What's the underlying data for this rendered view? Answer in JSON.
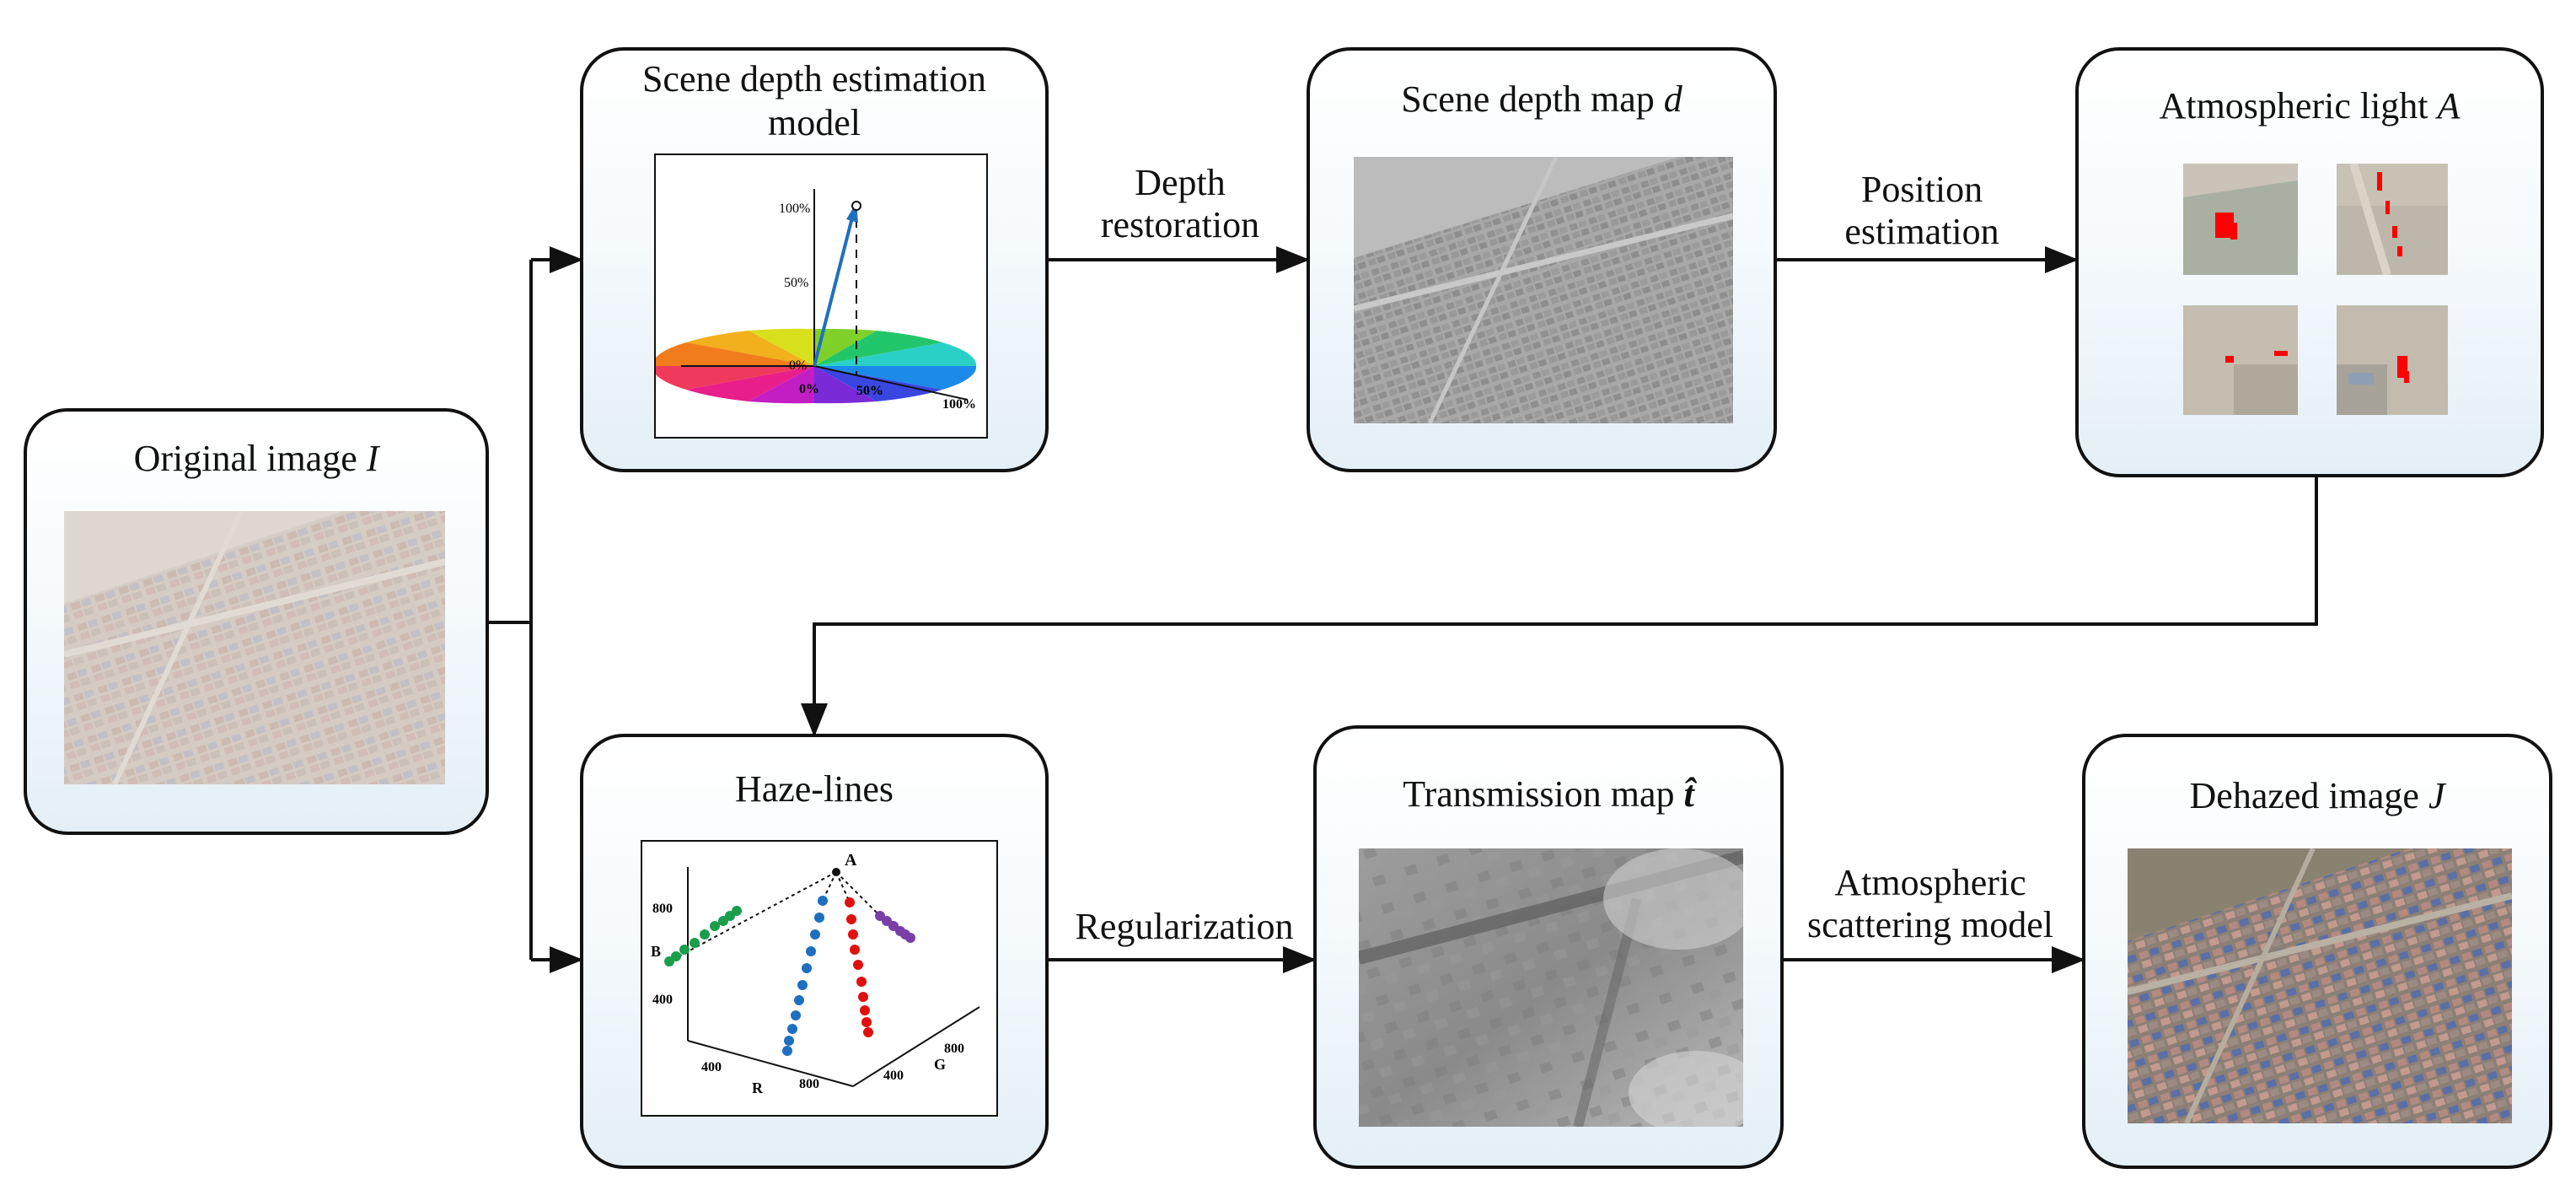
{
  "nodes": {
    "original": {
      "title": "Original image ",
      "symbol": "I"
    },
    "depth_model": {
      "title": "Scene depth estimation model"
    },
    "depth_map": {
      "title": "Scene depth map ",
      "symbol": "d"
    },
    "atmos_light": {
      "title": "Atmospheric light ",
      "symbol": "A"
    },
    "haze_lines": {
      "title": "Haze-lines"
    },
    "transmission": {
      "title": "Transmission map ",
      "symbol": "t̂"
    },
    "dehazed": {
      "title": "Dehazed image ",
      "symbol": "J"
    }
  },
  "edges": {
    "depth_restoration": {
      "line1": "Depth",
      "line2": "restoration"
    },
    "position_estimation": {
      "line1": "Position",
      "line2": "estimation"
    },
    "regularization": {
      "label": "Regularization"
    },
    "scattering": {
      "line1": "Atmospheric",
      "line2": "scattering model"
    }
  },
  "depth_chart": {
    "ticks_vertical": [
      "100%",
      "50%",
      "0%"
    ],
    "ticks_horizontal": [
      "0%",
      "50%",
      "100%"
    ]
  },
  "haze_chart": {
    "apex_label": "A",
    "axis_b": {
      "label": "B",
      "ticks": [
        "800",
        "400"
      ]
    },
    "axis_r": {
      "label": "R",
      "ticks": [
        "400",
        "800"
      ]
    },
    "axis_g": {
      "label": "G",
      "ticks": [
        "400",
        "800"
      ]
    },
    "series_colors": [
      "#1a9e4a",
      "#1f6fc0",
      "#e01010",
      "#7a3ea8"
    ]
  },
  "colors": {
    "border": "#111111",
    "box_gradient_bottom": "#e3eff6",
    "highlight": "#ff0000"
  }
}
